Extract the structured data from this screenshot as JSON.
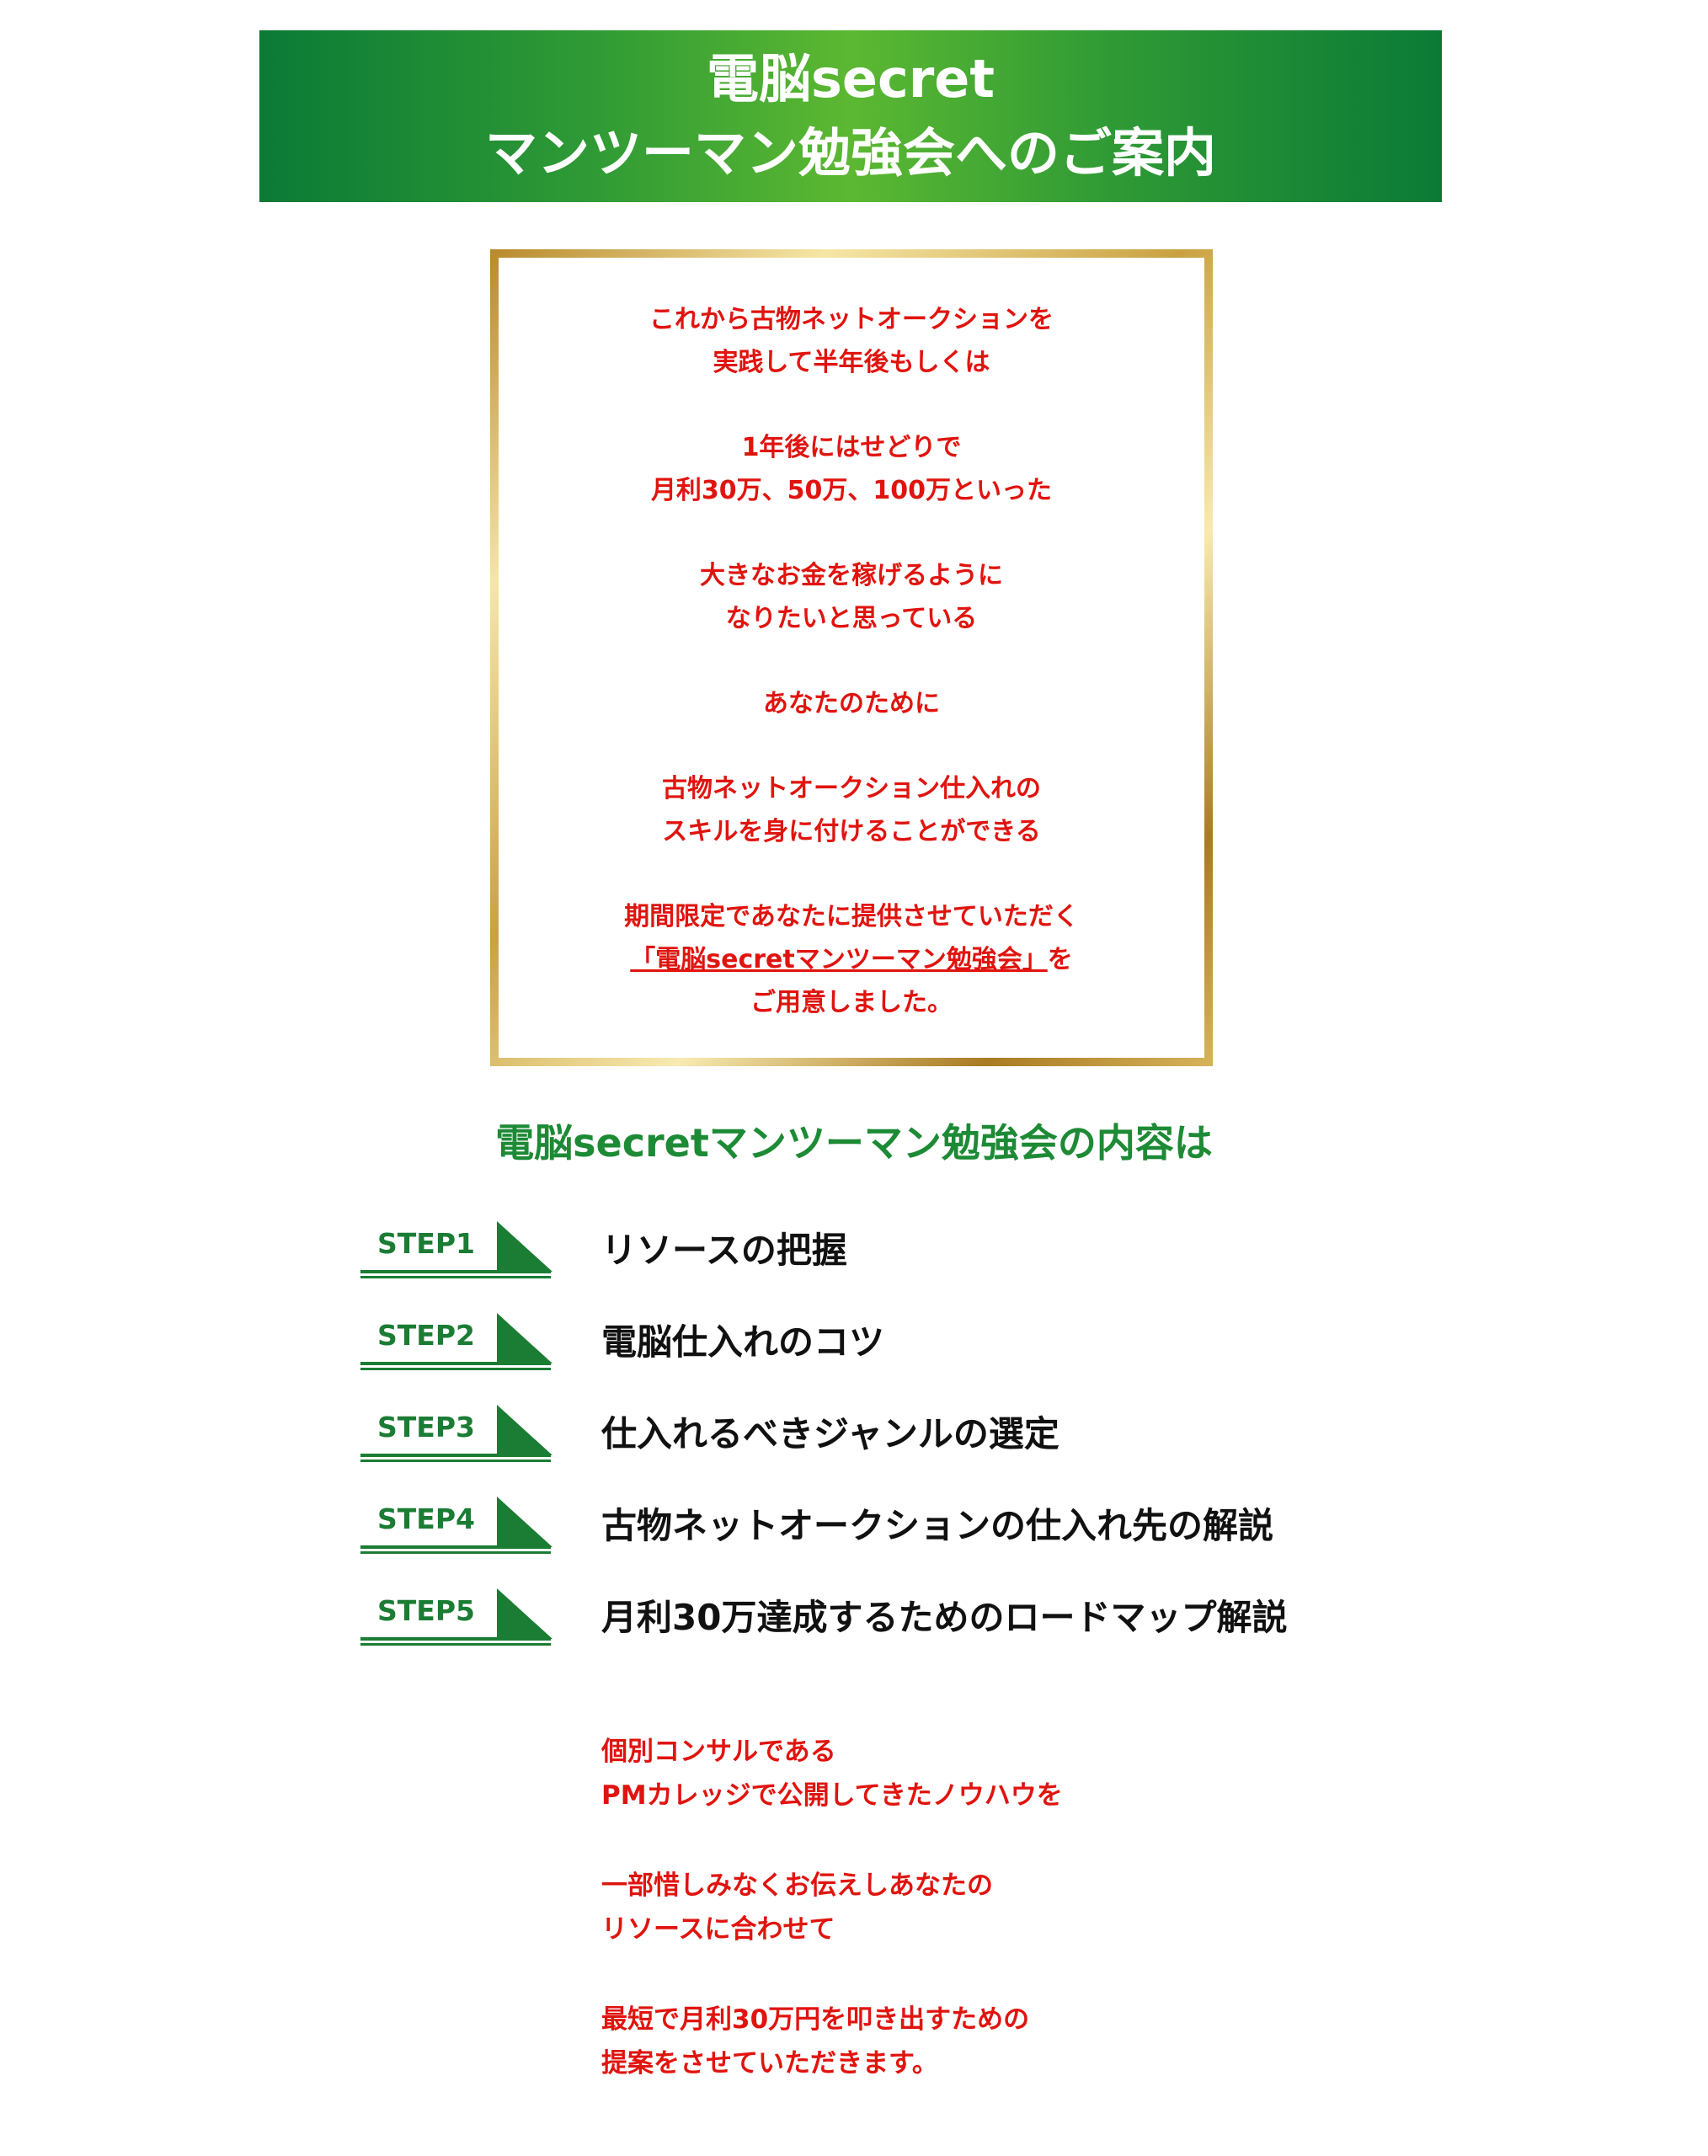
{
  "banner": {
    "line1": "電脳secret",
    "line2": "マンツーマン勉強会へのご案内"
  },
  "intro": {
    "paragraphs": [
      [
        "これから古物ネットオークションを",
        "実践して半年後もしくは"
      ],
      [
        "1年後にはせどりで",
        "月利30万、50万、100万といった"
      ],
      [
        "大きなお金を稼げるように",
        "なりたいと思っている"
      ],
      [
        "あなたのために"
      ],
      [
        "古物ネットオークション仕入れの",
        "スキルを身に付けることができる"
      ]
    ],
    "last_para": {
      "line1": "期間限定であなたに提供させていただく",
      "line2_underlined": "「電脳secretマンツーマン勉強会」",
      "line2_rest": "を",
      "line3": "ご用意しました。"
    }
  },
  "section": {
    "heading": "電脳secretマンツーマン勉強会の内容は"
  },
  "steps": [
    {
      "label": "STEP1",
      "title": "リソースの把握"
    },
    {
      "label": "STEP2",
      "title": "電脳仕入れのコツ"
    },
    {
      "label": "STEP3",
      "title": "仕入れるべきジャンルの選定"
    },
    {
      "label": "STEP4",
      "title": "古物ネットオークションの仕入れ先の解説"
    },
    {
      "label": "STEP5",
      "title": "月利30万達成するためのロードマップ解説"
    }
  ],
  "closing": {
    "paragraphs": [
      [
        "個別コンサルである",
        "PMカレッジで公開してきたノウハウを"
      ],
      [
        "一部惜しみなくお伝えしあなたの",
        "リソースに合わせて"
      ],
      [
        "最短で月利30万円を叩き出すための",
        "提案をさせていただきます。"
      ]
    ]
  },
  "colors": {
    "banner_green": "#0b7a36",
    "banner_light_green": "#5cb832",
    "accent_red": "#e0140f",
    "heading_green": "#1d8a35",
    "step_green": "#1b7c34",
    "gold": "#c9a140"
  }
}
